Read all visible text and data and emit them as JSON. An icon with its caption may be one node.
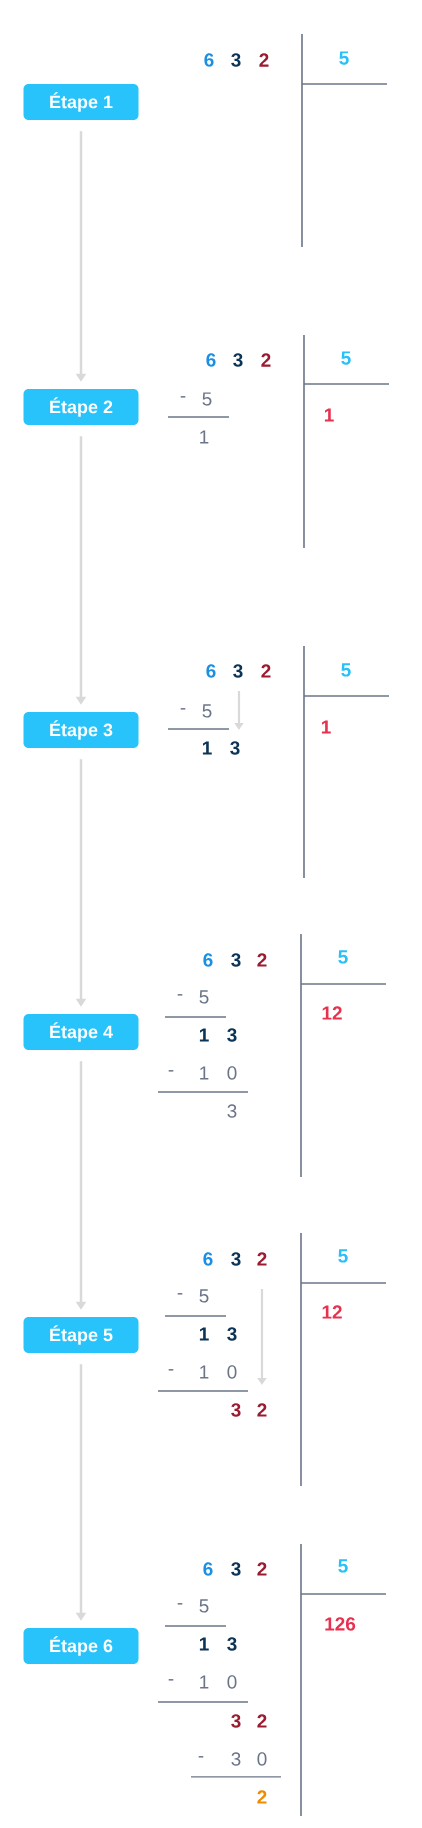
{
  "diagram": {
    "nodes": [
      {
        "text": [
          "Étape 1"
        ]
      },
      {
        "text": [
          "Étape 2"
        ]
      },
      {
        "text": [
          "Étape 3"
        ]
      },
      {
        "text": [
          "Étape 4"
        ]
      },
      {
        "text": [
          "Étape 5"
        ]
      },
      {
        "text": [
          "Étape 6"
        ]
      }
    ],
    "edges": [
      {
        "from": 0,
        "to": 1,
        "arrow": "to"
      },
      {
        "from": 1,
        "to": 2,
        "arrow": "to"
      },
      {
        "from": 2,
        "to": 3,
        "arrow": "to"
      },
      {
        "from": 3,
        "to": 4,
        "arrow": "to"
      },
      {
        "from": 4,
        "to": 5,
        "arrow": "to"
      }
    ],
    "labels": [
      "6",
      "3",
      "2",
      "5",
      "6",
      "3",
      "2",
      "5",
      "1",
      "-",
      "5",
      "1",
      "6",
      "3",
      "2",
      "5",
      "1",
      "-",
      "5",
      "1",
      "3",
      "6",
      "3",
      "2",
      "5",
      "12",
      "-",
      "5",
      "1",
      "3",
      "-",
      "1",
      "0",
      "3",
      "6",
      "3",
      "2",
      "5",
      "12",
      "-",
      "5",
      "1",
      "3",
      "-",
      "1",
      "0",
      "3",
      "2",
      "6",
      "3",
      "2",
      "5",
      "126",
      "-",
      "5",
      "1",
      "3",
      "-",
      "1",
      "0",
      "3",
      "2",
      "-",
      "3",
      "0",
      "2"
    ]
  }
}
